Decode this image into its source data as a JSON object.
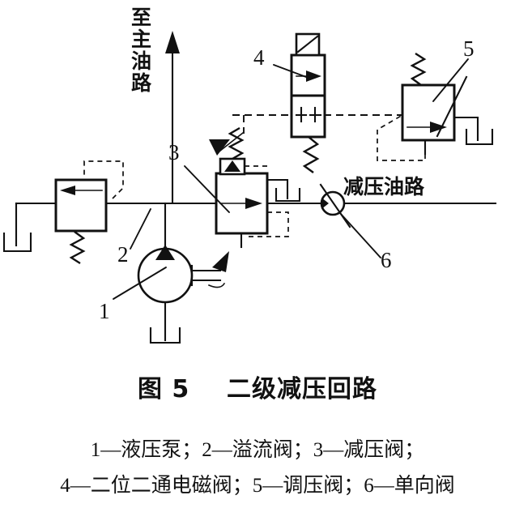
{
  "figure": {
    "title": "图 5    二级减压回路",
    "legend_lines": [
      "1—液压泵；2—溢流阀；3—减压阀；",
      "4—二位二通电磁阀；5—调压阀；6—单向阀"
    ]
  },
  "annotations": {
    "main_circuit_label": "至主油路",
    "reduced_pressure_label": "减压油路"
  },
  "callouts": [
    {
      "id": "1",
      "label": "1",
      "component": "hydraulic-pump",
      "component_name": "液压泵"
    },
    {
      "id": "2",
      "label": "2",
      "component": "relief-valve",
      "component_name": "溢流阀"
    },
    {
      "id": "3",
      "label": "3",
      "component": "pressure-reducing-valve",
      "component_name": "减压阀"
    },
    {
      "id": "4",
      "label": "4",
      "component": "two-position-two-way-solenoid-valve",
      "component_name": "二位二通电磁阀"
    },
    {
      "id": "5",
      "label": "5",
      "component": "pressure-regulating-valve",
      "component_name": "调压阀"
    },
    {
      "id": "6",
      "label": "6",
      "component": "check-valve",
      "component_name": "单向阀"
    }
  ],
  "colors": {
    "line": "#111111",
    "background": "#ffffff"
  }
}
